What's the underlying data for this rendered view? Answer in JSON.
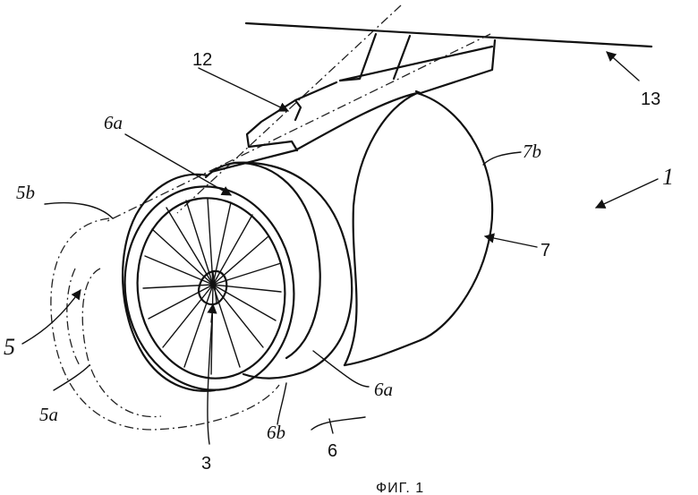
{
  "figure": {
    "caption": "ФИГ. 1",
    "labels": {
      "l1": "1",
      "l3": "3",
      "l5": "5",
      "l5a": "5a",
      "l5b": "5b",
      "l6": "6",
      "l6a": "6a",
      "l6a2": "6a",
      "l6b": "6b",
      "l7": "7",
      "l7b": "7b",
      "l12": "12",
      "l13": "13"
    }
  }
}
